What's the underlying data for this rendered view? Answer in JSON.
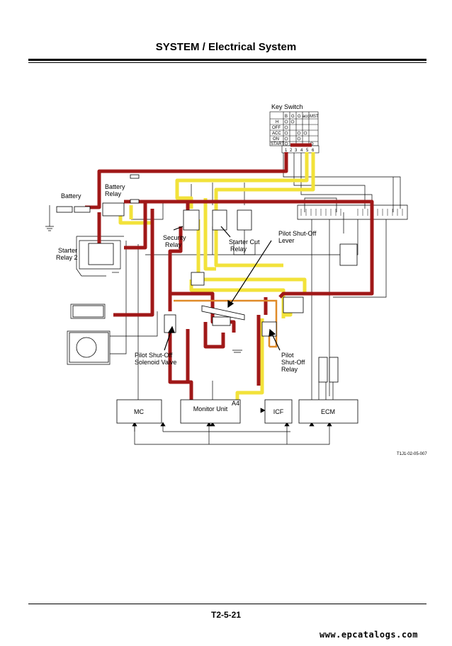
{
  "header": {
    "title": "SYSTEM / Electrical System"
  },
  "footer": {
    "page_number": "T2-5-21",
    "watermark": "www.epcatalogs.com"
  },
  "diagram": {
    "figure_id": "T1J1-02-05-007",
    "labels": {
      "key_switch": "Key Switch",
      "battery": "Battery",
      "battery_relay_1": "Battery",
      "battery_relay_2": "Relay",
      "starter_relay2_1": "Starter",
      "starter_relay2_2": "Relay 2",
      "security_relay_1": "Security",
      "security_relay_2": "Relay",
      "starter_cut_relay_1": "Starter Cut",
      "starter_cut_relay_2": "Relay",
      "pilot_lever_1": "Pilot Shut-Off",
      "pilot_lever_2": "Lever",
      "pilot_solenoid_1": "Pilot Shut-Off",
      "pilot_solenoid_2": "Solenoid Valve",
      "pilot_relay_1": "Pilot",
      "pilot_relay_2": "Shut-Off",
      "pilot_relay_3": "Relay",
      "a4": "A4"
    },
    "key_switch_table": {
      "columns": [
        "B",
        "G",
        "G",
        "acc",
        "M",
        "ST"
      ],
      "rows": [
        "H",
        "OFF",
        "ACC",
        "ON",
        "START"
      ],
      "terminals": [
        "1",
        "2",
        "3",
        "4",
        "5",
        "6"
      ]
    },
    "units": {
      "mc": "MC",
      "monitor_unit": "Monitor Unit",
      "icf": "ICF",
      "ecm": "ECM"
    },
    "colors": {
      "active_red": "#a01818",
      "active_yellow": "#f2e23a",
      "wire": "#000000"
    }
  }
}
